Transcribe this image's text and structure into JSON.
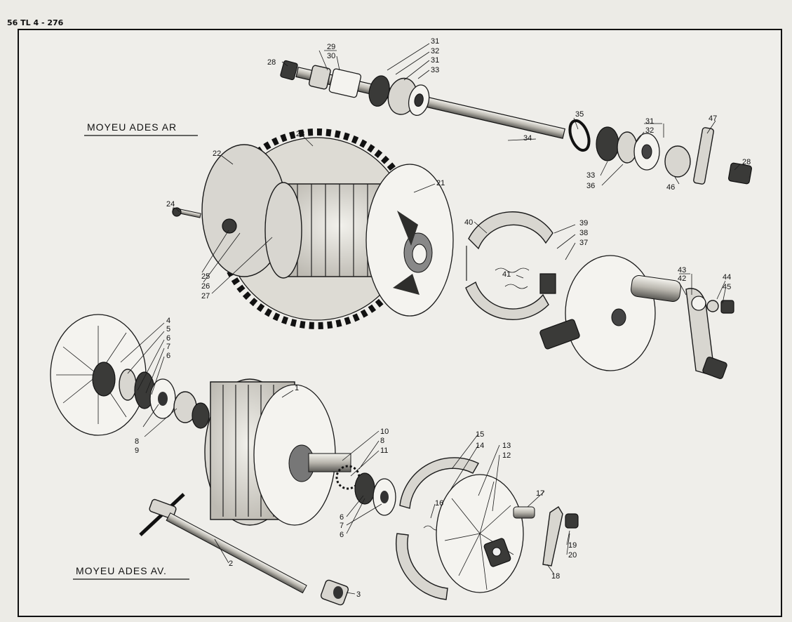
{
  "header": {
    "page_ref": "56 TL 4 - 276"
  },
  "titles": {
    "rear": "MOYEU ADES AR",
    "front": "MOYEU ADES AV."
  },
  "callouts": [
    {
      "id": "c28a",
      "text": "28"
    },
    {
      "id": "c29",
      "text": "29"
    },
    {
      "id": "c30",
      "text": "30"
    },
    {
      "id": "c31a",
      "text": "31"
    },
    {
      "id": "c32a",
      "text": "32"
    },
    {
      "id": "c31b",
      "text": "31"
    },
    {
      "id": "c33a",
      "text": "33"
    },
    {
      "id": "c35",
      "text": "35"
    },
    {
      "id": "c34",
      "text": "34"
    },
    {
      "id": "c31c",
      "text": "31"
    },
    {
      "id": "c32b",
      "text": "32"
    },
    {
      "id": "c47",
      "text": "47"
    },
    {
      "id": "c28b",
      "text": "28"
    },
    {
      "id": "c33b",
      "text": "33"
    },
    {
      "id": "c36",
      "text": "36"
    },
    {
      "id": "c46",
      "text": "46"
    },
    {
      "id": "c23",
      "text": "23"
    },
    {
      "id": "c22",
      "text": "22"
    },
    {
      "id": "c21",
      "text": "21"
    },
    {
      "id": "c24",
      "text": "24"
    },
    {
      "id": "c25",
      "text": "25"
    },
    {
      "id": "c26",
      "text": "26"
    },
    {
      "id": "c27",
      "text": "27"
    },
    {
      "id": "c40",
      "text": "40"
    },
    {
      "id": "c39",
      "text": "39"
    },
    {
      "id": "c38",
      "text": "38"
    },
    {
      "id": "c37",
      "text": "37"
    },
    {
      "id": "c41",
      "text": "41"
    },
    {
      "id": "c43",
      "text": "43"
    },
    {
      "id": "c42",
      "text": "42"
    },
    {
      "id": "c44",
      "text": "44"
    },
    {
      "id": "c45",
      "text": "45"
    },
    {
      "id": "c4",
      "text": "4"
    },
    {
      "id": "c5",
      "text": "5"
    },
    {
      "id": "c6a",
      "text": "6"
    },
    {
      "id": "c7a",
      "text": "7"
    },
    {
      "id": "c6b",
      "text": "6"
    },
    {
      "id": "c8a",
      "text": "8"
    },
    {
      "id": "c9",
      "text": "9"
    },
    {
      "id": "c1",
      "text": "1"
    },
    {
      "id": "c10",
      "text": "10"
    },
    {
      "id": "c8b",
      "text": "8"
    },
    {
      "id": "c11",
      "text": "11"
    },
    {
      "id": "c15",
      "text": "15"
    },
    {
      "id": "c14",
      "text": "14"
    },
    {
      "id": "c13",
      "text": "13"
    },
    {
      "id": "c12",
      "text": "12"
    },
    {
      "id": "c16",
      "text": "16"
    },
    {
      "id": "c17",
      "text": "17"
    },
    {
      "id": "c19",
      "text": "19"
    },
    {
      "id": "c20",
      "text": "20"
    },
    {
      "id": "c18",
      "text": "18"
    },
    {
      "id": "c6c",
      "text": "6"
    },
    {
      "id": "c7b",
      "text": "7"
    },
    {
      "id": "c6d",
      "text": "6"
    },
    {
      "id": "c2",
      "text": "2"
    },
    {
      "id": "c3",
      "text": "3"
    }
  ]
}
